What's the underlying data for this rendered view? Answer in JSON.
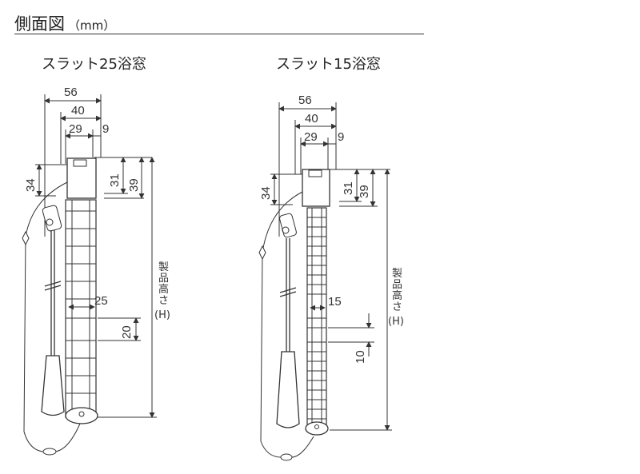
{
  "header": {
    "title": "側面図",
    "unit": "（mm）"
  },
  "diagrams": [
    {
      "title": "スラット25浴窓",
      "dims": {
        "total": "56",
        "rail": "40",
        "inner": "29",
        "offset": "9",
        "bracket_a": "31",
        "bracket_b": "39",
        "head": "34",
        "slat_width": "25",
        "slat_pitch": "20"
      },
      "height_label": [
        "製",
        "品",
        "高",
        "さ",
        "(H)"
      ]
    },
    {
      "title": "スラット15浴窓",
      "dims": {
        "total": "56",
        "rail": "40",
        "inner": "29",
        "offset": "9",
        "bracket_a": "31",
        "bracket_b": "39",
        "head": "34",
        "slat_width": "15",
        "slat_pitch": "10"
      },
      "height_label": [
        "製",
        "品",
        "高",
        "さ",
        "(H)"
      ]
    }
  ]
}
